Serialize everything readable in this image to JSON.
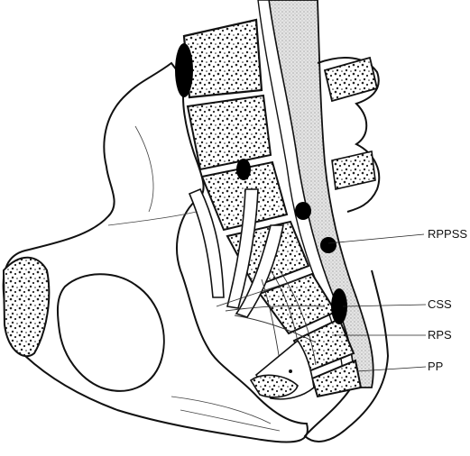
{
  "figure": {
    "labels": [
      {
        "key": "rppss",
        "text": "RPPSS"
      },
      {
        "key": "css",
        "text": "CSS"
      },
      {
        "key": "rps",
        "text": "RPS"
      },
      {
        "key": "pp",
        "text": "PP"
      }
    ],
    "colors": {
      "ink": "#111111",
      "bone_fill": "#ffffff",
      "marrow_pattern": "#222222",
      "organ_shade": "#d6d6d6",
      "node_fill": "#000000",
      "background": "#ffffff"
    }
  }
}
